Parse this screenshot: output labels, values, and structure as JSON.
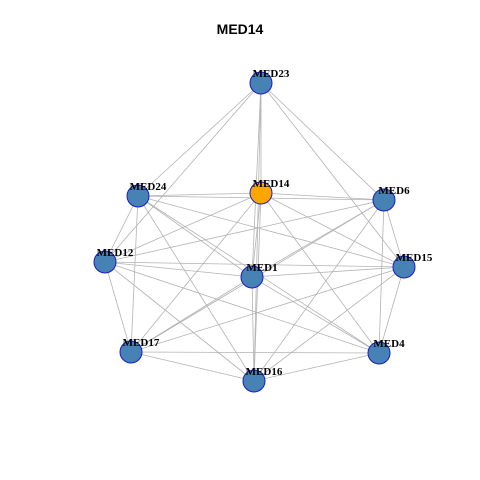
{
  "title": "MED14",
  "colors": {
    "node_default": "#4682b4",
    "node_highlight": "#ffa500",
    "node_border": "#1a1acc",
    "edge": "#b3b3b3"
  },
  "nodes": [
    {
      "id": "MED23",
      "label": "MED23",
      "highlight": false
    },
    {
      "id": "MED14",
      "label": "MED14",
      "highlight": true
    },
    {
      "id": "MED24",
      "label": "MED24",
      "highlight": false
    },
    {
      "id": "MED6",
      "label": "MED6",
      "highlight": false
    },
    {
      "id": "MED12",
      "label": "MED12",
      "highlight": false
    },
    {
      "id": "MED1",
      "label": "MED1",
      "highlight": false
    },
    {
      "id": "MED15",
      "label": "MED15",
      "highlight": false
    },
    {
      "id": "MED17",
      "label": "MED17",
      "highlight": false
    },
    {
      "id": "MED4",
      "label": "MED4",
      "highlight": false
    },
    {
      "id": "MED16",
      "label": "MED16",
      "highlight": false
    }
  ],
  "edges": [
    [
      "MED23",
      "MED24"
    ],
    [
      "MED23",
      "MED14"
    ],
    [
      "MED23",
      "MED6"
    ],
    [
      "MED23",
      "MED1"
    ],
    [
      "MED23",
      "MED15"
    ],
    [
      "MED23",
      "MED12"
    ],
    [
      "MED23",
      "MED16"
    ],
    [
      "MED14",
      "MED24"
    ],
    [
      "MED14",
      "MED6"
    ],
    [
      "MED14",
      "MED12"
    ],
    [
      "MED14",
      "MED1"
    ],
    [
      "MED14",
      "MED15"
    ],
    [
      "MED14",
      "MED17"
    ],
    [
      "MED14",
      "MED4"
    ],
    [
      "MED14",
      "MED16"
    ],
    [
      "MED24",
      "MED6"
    ],
    [
      "MED24",
      "MED12"
    ],
    [
      "MED24",
      "MED1"
    ],
    [
      "MED24",
      "MED15"
    ],
    [
      "MED24",
      "MED17"
    ],
    [
      "MED24",
      "MED4"
    ],
    [
      "MED24",
      "MED16"
    ],
    [
      "MED6",
      "MED12"
    ],
    [
      "MED6",
      "MED1"
    ],
    [
      "MED6",
      "MED15"
    ],
    [
      "MED6",
      "MED17"
    ],
    [
      "MED6",
      "MED4"
    ],
    [
      "MED6",
      "MED16"
    ],
    [
      "MED12",
      "MED1"
    ],
    [
      "MED12",
      "MED15"
    ],
    [
      "MED12",
      "MED17"
    ],
    [
      "MED12",
      "MED4"
    ],
    [
      "MED12",
      "MED16"
    ],
    [
      "MED1",
      "MED15"
    ],
    [
      "MED1",
      "MED17"
    ],
    [
      "MED1",
      "MED4"
    ],
    [
      "MED1",
      "MED16"
    ],
    [
      "MED15",
      "MED17"
    ],
    [
      "MED15",
      "MED4"
    ],
    [
      "MED15",
      "MED16"
    ],
    [
      "MED17",
      "MED4"
    ],
    [
      "MED17",
      "MED16"
    ],
    [
      "MED4",
      "MED16"
    ]
  ]
}
